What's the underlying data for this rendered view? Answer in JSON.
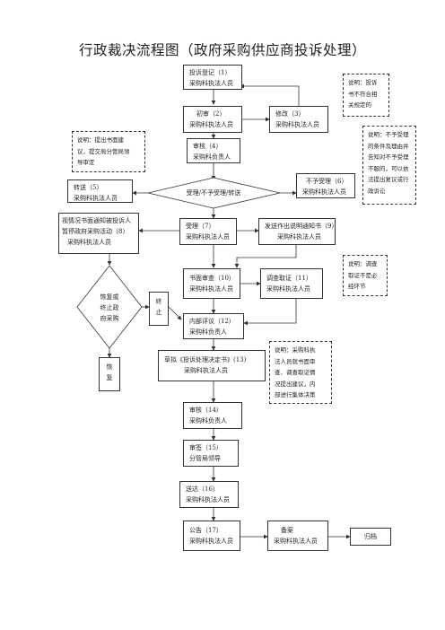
{
  "title": "行政裁决流程图（政府采购供应商投诉处理）",
  "boxes": {
    "b1": {
      "l1": "投诉登记（1）",
      "l2": "采购科执法人员"
    },
    "b2": {
      "l1": "初审（2）",
      "l2": "采购科执法人员"
    },
    "b3": {
      "l1": "修改（3）",
      "l2": "采购科执法人员"
    },
    "b4": {
      "l1": "审核（4）",
      "l2": "采购科负责人"
    },
    "b5": {
      "l1": "转送（5）",
      "l2": "采购科执法人员"
    },
    "b6": {
      "l1": "不予受理（6）",
      "l2": "采购科执法人员"
    },
    "b7": {
      "l1": "受理（7）",
      "l2": "采购科执法人员"
    },
    "b8": {
      "l1": "视情况书面通知被投诉人",
      "l2": "暂停政府采购活动（8）",
      "l3": "采购科执法人员"
    },
    "b9": {
      "l1": "发送作出说明通知书（9）",
      "l2": "采购科执法人员"
    },
    "b10": {
      "l1": "书面审查（10）",
      "l2": "采购科执法人员"
    },
    "b11": {
      "l1": "调查取证（11）",
      "l2": "采购科执法人员"
    },
    "b12": {
      "l1": "内部评议（12）",
      "l2": "采购科负责人"
    },
    "b13": {
      "l1": "草拟《投诉处理决定书》(13)",
      "l2": "采购科执法人员"
    },
    "b14": {
      "l1": "审核（14）",
      "l2": "采购科负责人"
    },
    "b15": {
      "l1": "审签（15）",
      "l2": "分管局领导"
    },
    "b16": {
      "l1": "送达（16）",
      "l2": "采购科执法人员"
    },
    "b17": {
      "l1": "公告（17）",
      "l2": "采购科执法人员"
    },
    "bk": {
      "l1": "备案",
      "l2": "采购科执法人员"
    },
    "archive": "归档",
    "stop": [
      "终",
      "止"
    ],
    "restore": [
      "恢",
      "复"
    ]
  },
  "diamonds": {
    "accept": "受理/不予受理/转送",
    "resume": [
      "恢复或",
      "终止政",
      "府采购"
    ]
  },
  "notes": {
    "n1": "说明：投诉\n书不符合相\n关规定的",
    "n2": "说明：提出书面建\n议，提交局分管局领\n导审定",
    "n3": "说明：不予受理\n的条件及理由并\n告知对不予受理\n不服的，可以依\n法提出复议或行\n政诉讼",
    "n4": "说明：调查\n取证不是必\n经环节",
    "n5": "说明：采购科执\n法人员就书面审\n查、调查取证情\n况提出建议，内\n部进行集体决策"
  }
}
